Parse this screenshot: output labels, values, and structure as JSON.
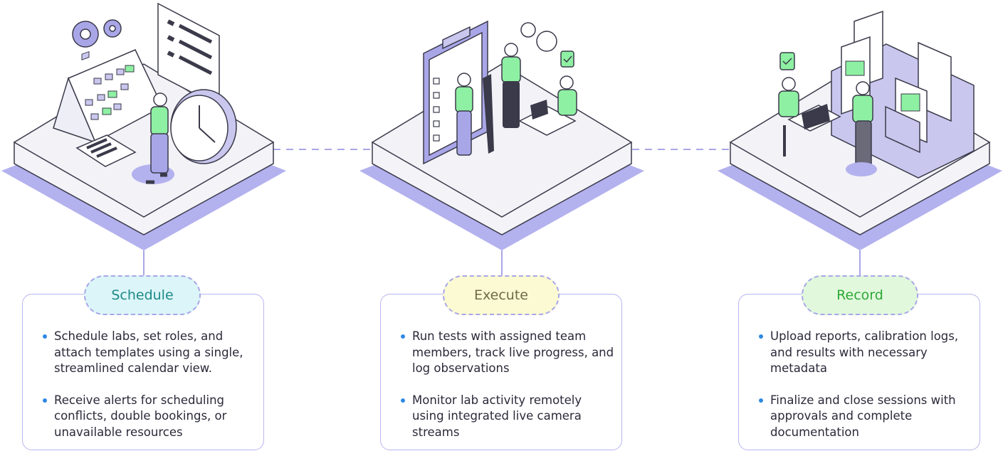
{
  "stages": [
    {
      "id": "schedule",
      "label": "Schedule",
      "bullets": [
        "Schedule labs, set roles, and attach templates using a single, streamlined calendar view.",
        "Receive alerts for scheduling conflicts, double bookings, or unavailable resources"
      ]
    },
    {
      "id": "execute",
      "label": "Execute",
      "bullets": [
        "Run tests with assigned team members, track live progress, and log observations",
        "Monitor lab activity remotely using integrated live camera streams"
      ]
    },
    {
      "id": "record",
      "label": "Record",
      "bullets": [
        "Upload reports, calibration logs, and results with necessary metadata",
        "Finalize and close sessions with approvals and complete documentation"
      ]
    }
  ],
  "colors": {
    "platform_base": "#b3b1ee",
    "platform_top": "#f2f2f7",
    "accent_green": "#8ef0a2",
    "accent_purple": "#a9a6e8",
    "bullet_blue": "#2f8ae3"
  }
}
